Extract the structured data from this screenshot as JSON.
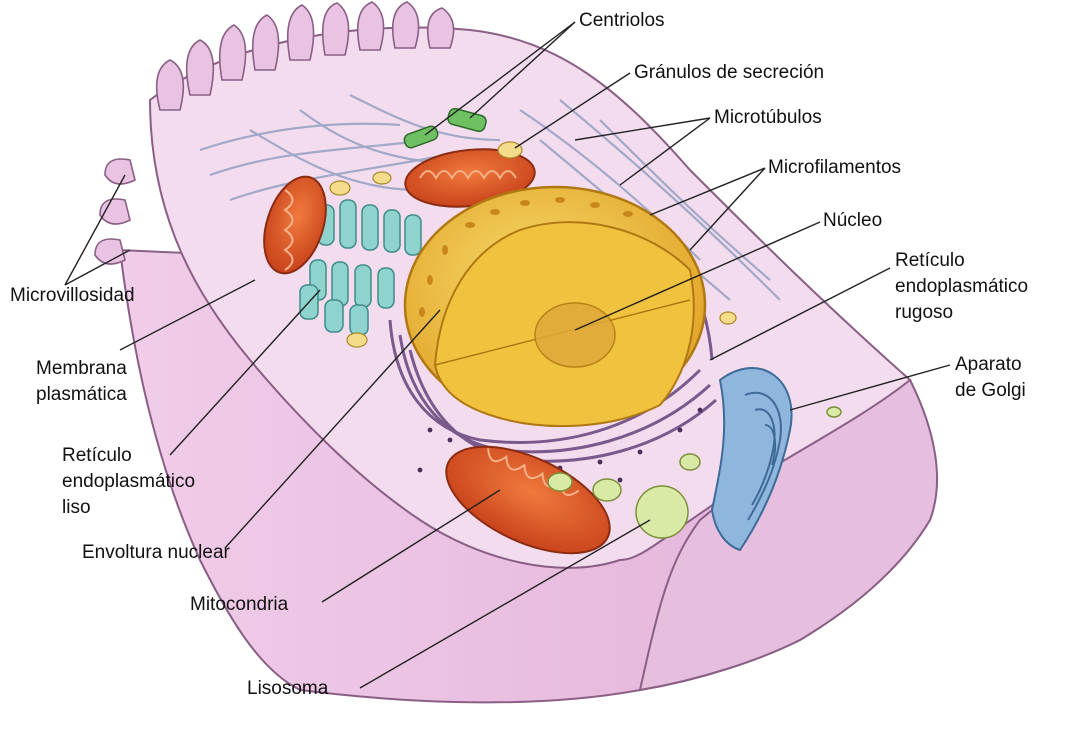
{
  "labels": {
    "centriolos": "Centriolos",
    "granulos": "Gránulos de secreción",
    "microtubulos": "Microtúbulos",
    "microfilamentos": "Microfilamentos",
    "nucleo": "Núcleo",
    "rer": [
      "Retículo",
      "endoplasmático",
      "rugoso"
    ],
    "golgi": [
      "Aparato",
      "de Golgi"
    ],
    "microvellosidad": "Microvillosidad",
    "membrana": [
      "Membrana",
      "plasmática"
    ],
    "rel": [
      "Retículo",
      "endoplasmático",
      "liso"
    ],
    "envoltura": "Envoltura nuclear",
    "mitocondria": "Mitocondria",
    "lisosoma": "Lisosoma"
  },
  "colors": {
    "cytoplasm": "#f3d9ef",
    "membrane": "#e8bde0",
    "membrane_outline": "#8a5f85",
    "nucleus": "#f2c542",
    "nucleus_dark": "#d89a1c",
    "nucleolus": "#e0a93a",
    "mitochondria": "#e4602a",
    "smooth_er": "#8fd3cf",
    "rough_er": "#7a5a8c",
    "golgi": "#8fb6dc",
    "lysosome": "#d9e9a6",
    "centriole": "#6fbf63",
    "granule": "#f4dc8a",
    "filament": "#9aa3c4"
  }
}
